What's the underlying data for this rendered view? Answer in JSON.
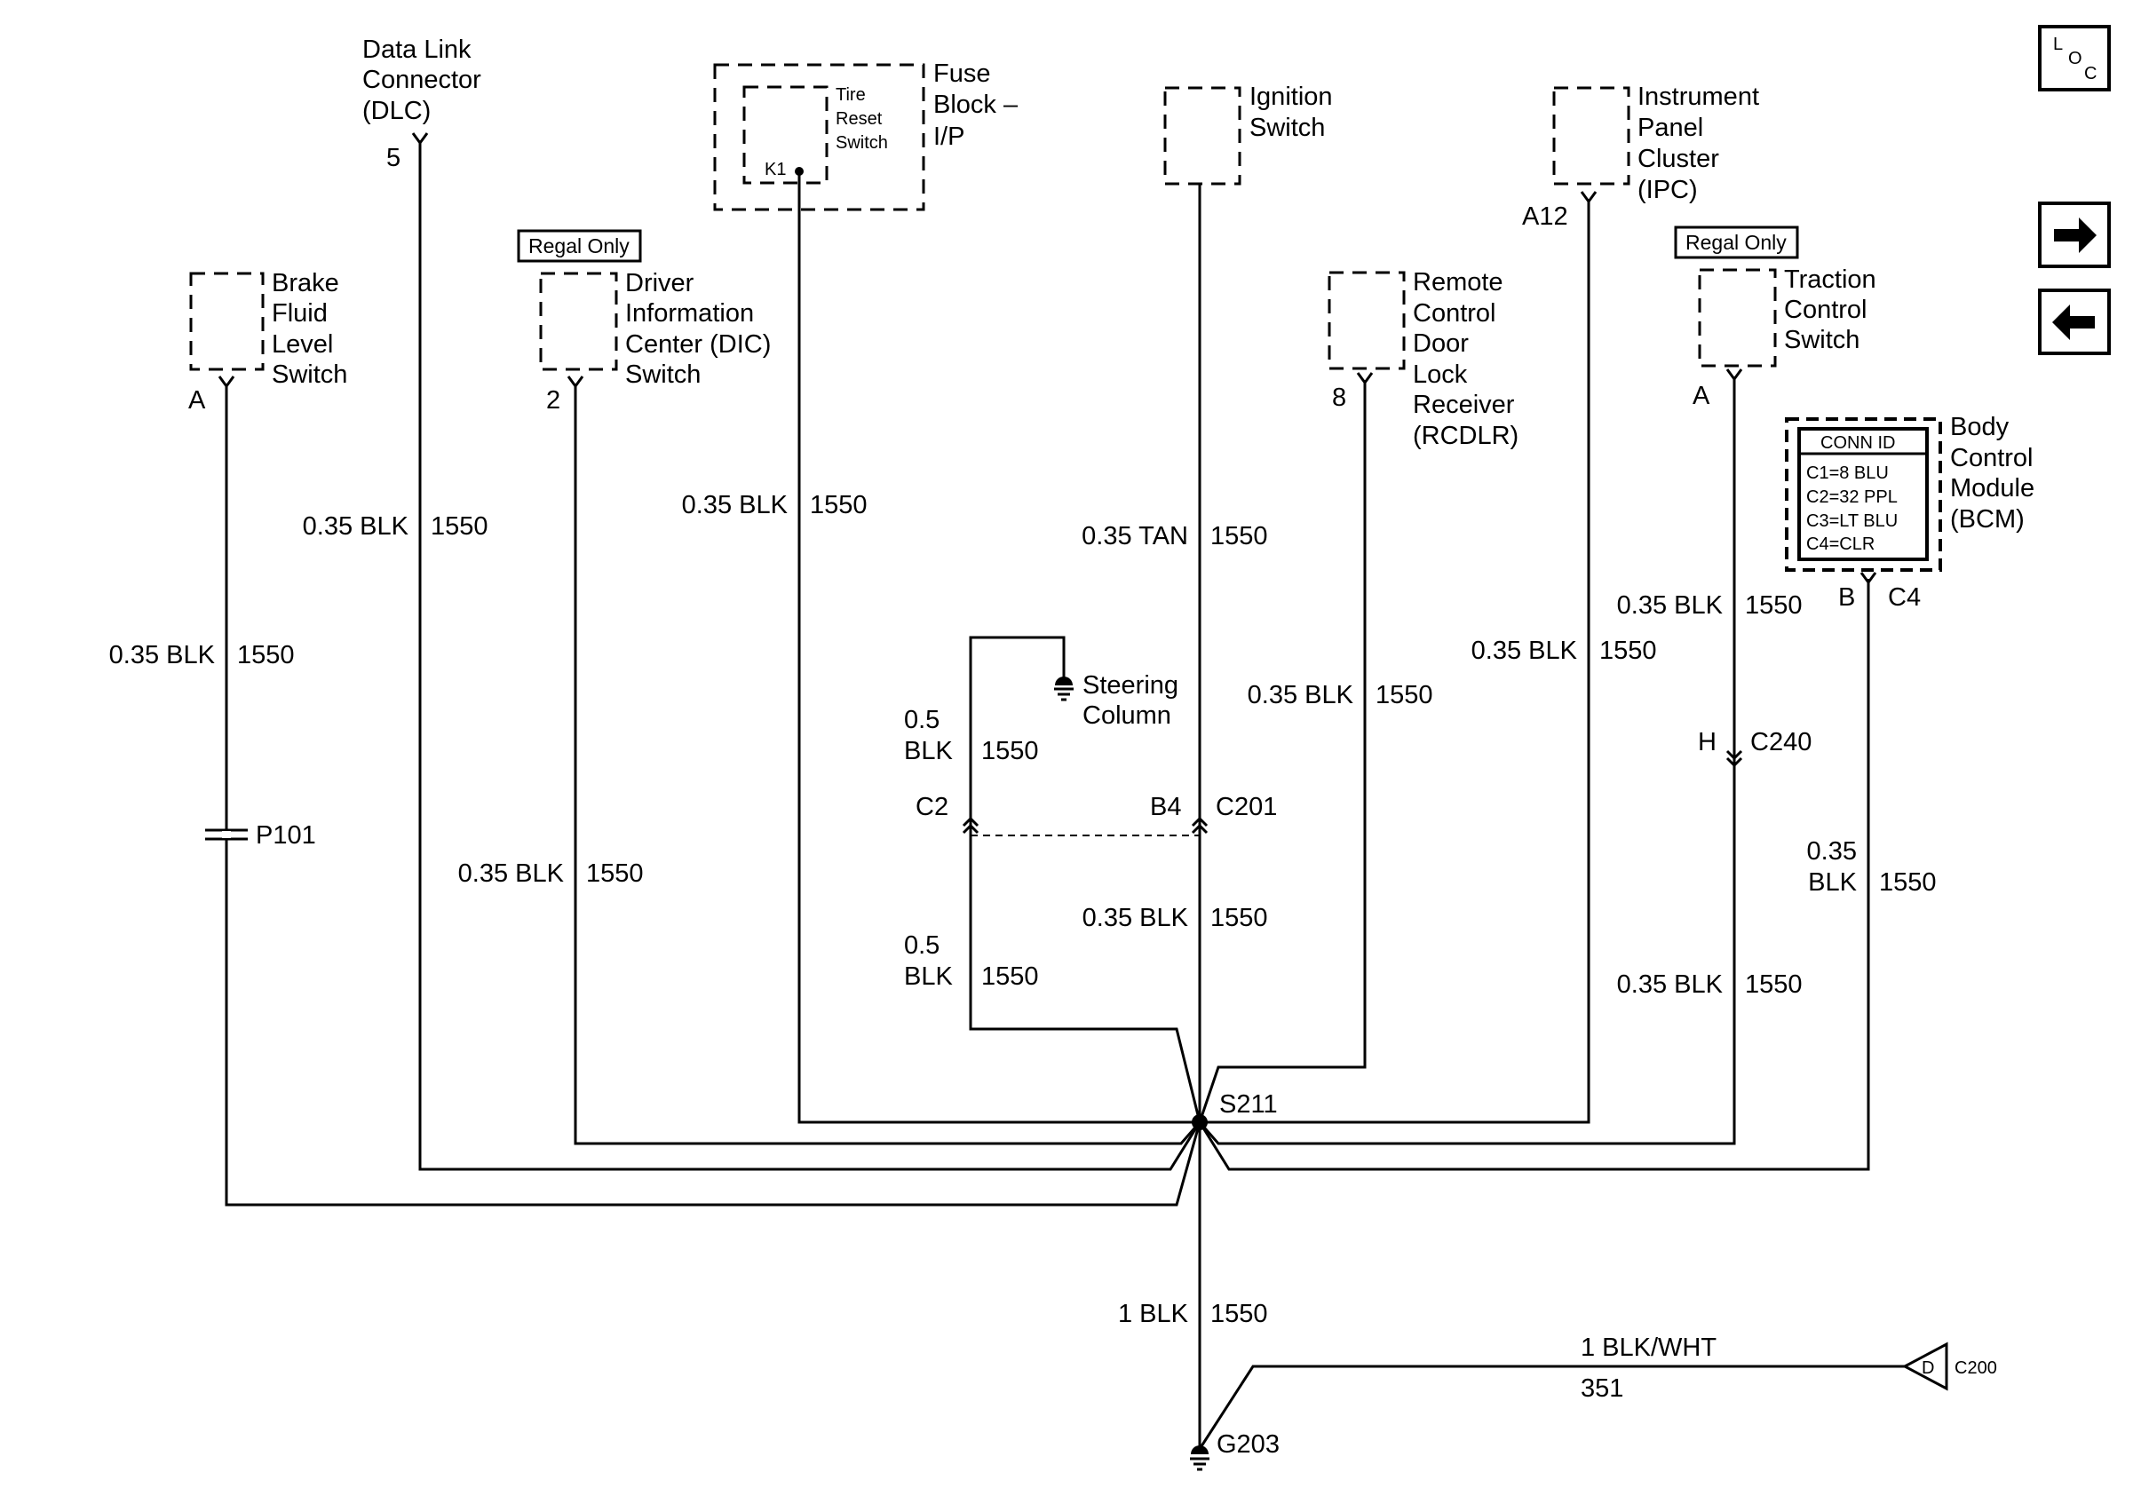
{
  "components": {
    "dlc": {
      "lines": [
        "Data Link",
        "Connector",
        "(DLC)"
      ],
      "pin": "5"
    },
    "fuse_block": {
      "lines": [
        "Fuse",
        "Block –",
        "I/P"
      ],
      "inner": [
        "Tire",
        "Reset",
        "Switch"
      ],
      "pin": "K1"
    },
    "ignition": {
      "lines": [
        "Ignition",
        "Switch"
      ]
    },
    "ipc": {
      "lines": [
        "Instrument",
        "Panel",
        "Cluster",
        "(IPC)"
      ],
      "pin": "A12"
    },
    "brake": {
      "lines": [
        "Brake",
        "Fluid",
        "Level",
        "Switch"
      ],
      "pin": "A"
    },
    "dic": {
      "badge": "Regal Only",
      "lines": [
        "Driver",
        "Information",
        "Center (DIC)",
        "Switch"
      ],
      "pin": "2"
    },
    "rcdlr": {
      "lines": [
        "Remote",
        "Control",
        "Door",
        "Lock",
        "Receiver",
        "(RCDLR)"
      ],
      "pin": "8"
    },
    "traction": {
      "badge": "Regal Only",
      "lines": [
        "Traction",
        "Control",
        "Switch"
      ],
      "pin": "A"
    },
    "bcm": {
      "lines": [
        "Body",
        "Control",
        "Module",
        "(BCM)"
      ],
      "conn_title": "CONN ID",
      "conn_rows": [
        "C1=8 BLU",
        "C2=32 PPL",
        "C3=LT BLU",
        "C4=CLR"
      ],
      "pin_b": "B",
      "pin_c4": "C4"
    },
    "steering": {
      "lines": [
        "Steering",
        "Column"
      ]
    }
  },
  "wires": {
    "brake": {
      "gauge": "0.35 BLK",
      "circuit": "1550"
    },
    "dlc": {
      "gauge": "0.35 BLK",
      "circuit": "1550"
    },
    "dic": {
      "gauge": "0.35 BLK",
      "circuit": "1550"
    },
    "fuse": {
      "gauge": "0.35 BLK",
      "circuit": "1550"
    },
    "ign": {
      "gauge": "0.35 TAN",
      "circuit": "1550"
    },
    "rcdlr": {
      "gauge": "0.35 BLK",
      "circuit": "1550"
    },
    "ipc": {
      "gauge": "0.35 BLK",
      "circuit": "1550"
    },
    "tcs_upper": {
      "gauge": "0.35 BLK",
      "circuit": "1550"
    },
    "tcs_lower": {
      "gauge": "0.35 BLK",
      "circuit": "1550"
    },
    "bcm": {
      "gauge_lines": [
        "0.35",
        "BLK"
      ],
      "circuit": "1550"
    },
    "steer_upper": {
      "gauge_lines": [
        "0.5",
        "BLK"
      ],
      "circuit": "1550"
    },
    "steer_lower": {
      "gauge_lines": [
        "0.5",
        "BLK"
      ],
      "circuit": "1550"
    },
    "ign_lower": {
      "gauge": "0.35 BLK",
      "circuit": "1550"
    },
    "main": {
      "gauge": "1 BLK",
      "circuit": "1550"
    },
    "branch": {
      "gauge": "1 BLK/WHT",
      "circuit": "351"
    }
  },
  "connectors": {
    "p101": "P101",
    "c2": "C2",
    "b4": "B4",
    "c201": "C201",
    "h": "H",
    "c240": "C240",
    "c200_pin": "D",
    "c200": "C200"
  },
  "splice": "S211",
  "ground": "G203",
  "nav": {
    "loc_icon": "loc-icon",
    "next_icon": "arrow-right-icon",
    "prev_icon": "arrow-left-icon"
  }
}
